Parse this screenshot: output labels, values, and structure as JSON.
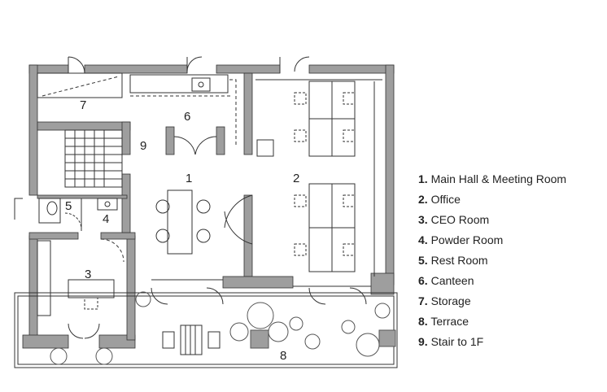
{
  "rooms": [
    {
      "num": "1",
      "name": "Main Hall & Meeting Room"
    },
    {
      "num": "2",
      "name": "Office"
    },
    {
      "num": "3",
      "name": "CEO Room"
    },
    {
      "num": "4",
      "name": "Powder Room"
    },
    {
      "num": "5",
      "name": "Rest Room"
    },
    {
      "num": "6",
      "name": "Canteen"
    },
    {
      "num": "7",
      "name": "Storage"
    },
    {
      "num": "8",
      "name": "Terrace"
    },
    {
      "num": "9",
      "name": "Stair to 1F"
    }
  ],
  "legend": [
    {
      "num": "1.",
      "text": " Main Hall & Meeting Room"
    },
    {
      "num": "2.",
      "text": " Office"
    },
    {
      "num": "3.",
      "text": " CEO Room"
    },
    {
      "num": "4.",
      "text": " Powder Room"
    },
    {
      "num": "5.",
      "text": " Rest Room"
    },
    {
      "num": "6.",
      "text": " Canteen"
    },
    {
      "num": "7.",
      "text": " Storage"
    },
    {
      "num": "8.",
      "text": " Terrace"
    },
    {
      "num": "9.",
      "text": " Stair to 1F"
    }
  ],
  "colors": {
    "wall": "#9e9e9e",
    "line": "#333333",
    "tree": "#555555"
  }
}
